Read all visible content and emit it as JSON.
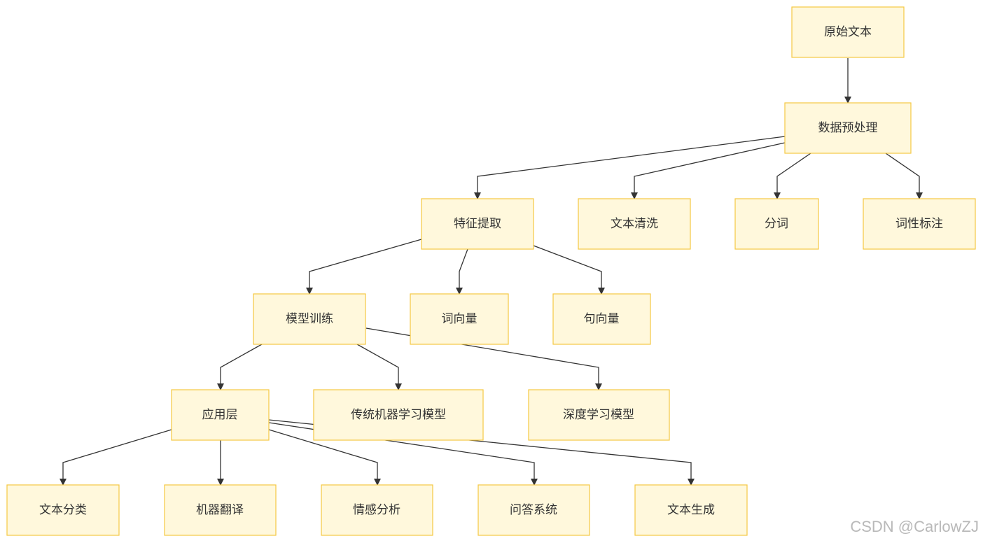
{
  "diagram": {
    "nodes": {
      "raw": "原始文本",
      "preprocess": "数据预处理",
      "feature": "特征提取",
      "clean": "文本清洗",
      "segment": "分词",
      "pos": "词性标注",
      "train": "模型训练",
      "wordvec": "词向量",
      "sentvec": "句向量",
      "app": "应用层",
      "traditional": "传统机器学习模型",
      "deep": "深度学习模型",
      "classify": "文本分类",
      "translate": "机器翻译",
      "sentiment": "情感分析",
      "qa": "问答系统",
      "generate": "文本生成"
    },
    "edges": [
      [
        "raw",
        "preprocess"
      ],
      [
        "preprocess",
        "feature"
      ],
      [
        "preprocess",
        "clean"
      ],
      [
        "preprocess",
        "segment"
      ],
      [
        "preprocess",
        "pos"
      ],
      [
        "feature",
        "train"
      ],
      [
        "feature",
        "wordvec"
      ],
      [
        "feature",
        "sentvec"
      ],
      [
        "train",
        "app"
      ],
      [
        "train",
        "traditional"
      ],
      [
        "train",
        "deep"
      ],
      [
        "app",
        "classify"
      ],
      [
        "app",
        "translate"
      ],
      [
        "app",
        "sentiment"
      ],
      [
        "app",
        "qa"
      ],
      [
        "app",
        "generate"
      ]
    ]
  },
  "watermark": "CSDN @CarlowZJ"
}
